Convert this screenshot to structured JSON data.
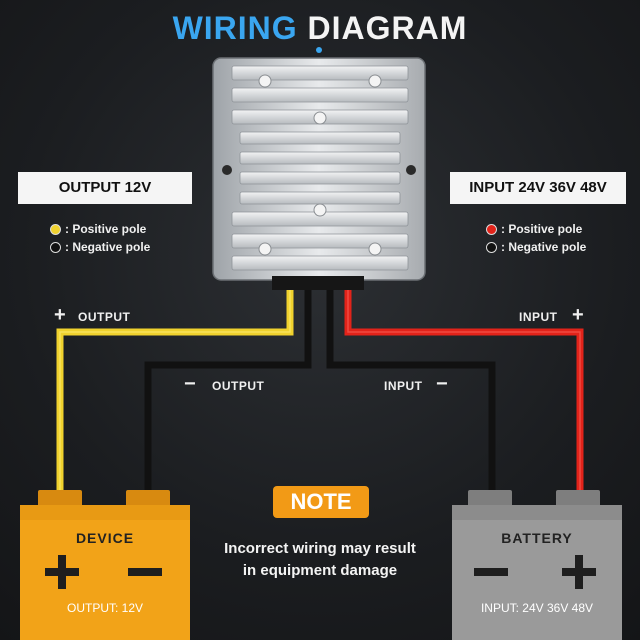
{
  "title": {
    "part1": "WIRING",
    "part2": "DIAGRAM"
  },
  "output_box": {
    "label": "OUTPUT 12V"
  },
  "input_box": {
    "label": "INPUT 24V 36V 48V"
  },
  "legend_left": {
    "positive": ": Positive pole",
    "negative": ": Negative pole"
  },
  "legend_right": {
    "positive": ": Positive pole",
    "negative": ": Negative pole"
  },
  "wires": {
    "output_pos": "OUTPUT",
    "output_neg": "OUTPUT",
    "input_pos": "INPUT",
    "input_neg": "INPUT",
    "plus": "+",
    "minus": "−"
  },
  "note": {
    "badge": "NOTE",
    "line1": "Incorrect wiring may result",
    "line2": "in equipment damage"
  },
  "device": {
    "name": "DEVICE",
    "footer": "OUTPUT: 12V"
  },
  "battery": {
    "name": "BATTERY",
    "footer": "INPUT: 24V 36V 48V"
  },
  "colors": {
    "positive_out": "#f0d22e",
    "positive_in": "#e2231a",
    "negative": "#111111",
    "device": "#f2a318",
    "battery": "#9a9a9a",
    "accent": "#3aa6f0",
    "note": "#f29a16"
  }
}
